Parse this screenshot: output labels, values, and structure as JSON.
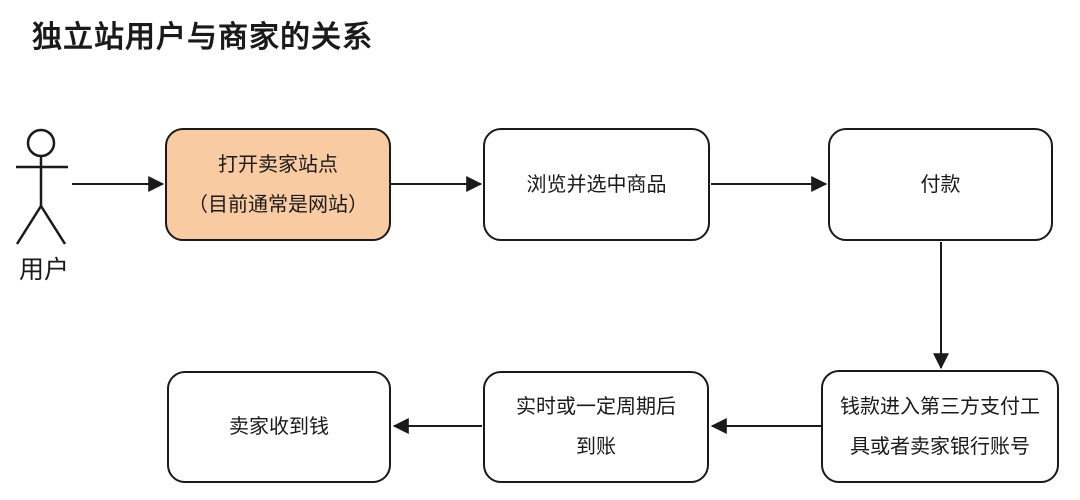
{
  "title": "独立站用户与商家的关系",
  "actor": {
    "label": "用户",
    "icon": "stick-figure-person-icon"
  },
  "colors": {
    "background": "#FFFFFF",
    "node_fill": "#FFFFFF",
    "highlight_fill": "#F8CBA2",
    "node_border": "#1A1A1A",
    "connector": "#1A1A1A",
    "text": "#1A1A1A"
  },
  "nodes": [
    {
      "id": "open-seller-site",
      "lines": [
        "打开卖家站点",
        "（目前通常是网站）"
      ],
      "highlighted": true
    },
    {
      "id": "browse-select-product",
      "lines": [
        "浏览并选中商品"
      ],
      "highlighted": false
    },
    {
      "id": "pay",
      "lines": [
        "付款"
      ],
      "highlighted": false
    },
    {
      "id": "funds-to-third-party",
      "lines": [
        "钱款进入第三方支付工",
        "具或者卖家银行账号"
      ],
      "highlighted": false
    },
    {
      "id": "settlement-period",
      "lines": [
        "实时或一定周期后",
        "到账"
      ],
      "highlighted": false
    },
    {
      "id": "seller-receives-money",
      "lines": [
        "卖家收到钱"
      ],
      "highlighted": false
    }
  ],
  "flow": [
    "user -> open-seller-site",
    "open-seller-site -> browse-select-product",
    "browse-select-product -> pay",
    "pay -> funds-to-third-party",
    "funds-to-third-party -> settlement-period",
    "settlement-period -> seller-receives-money"
  ]
}
